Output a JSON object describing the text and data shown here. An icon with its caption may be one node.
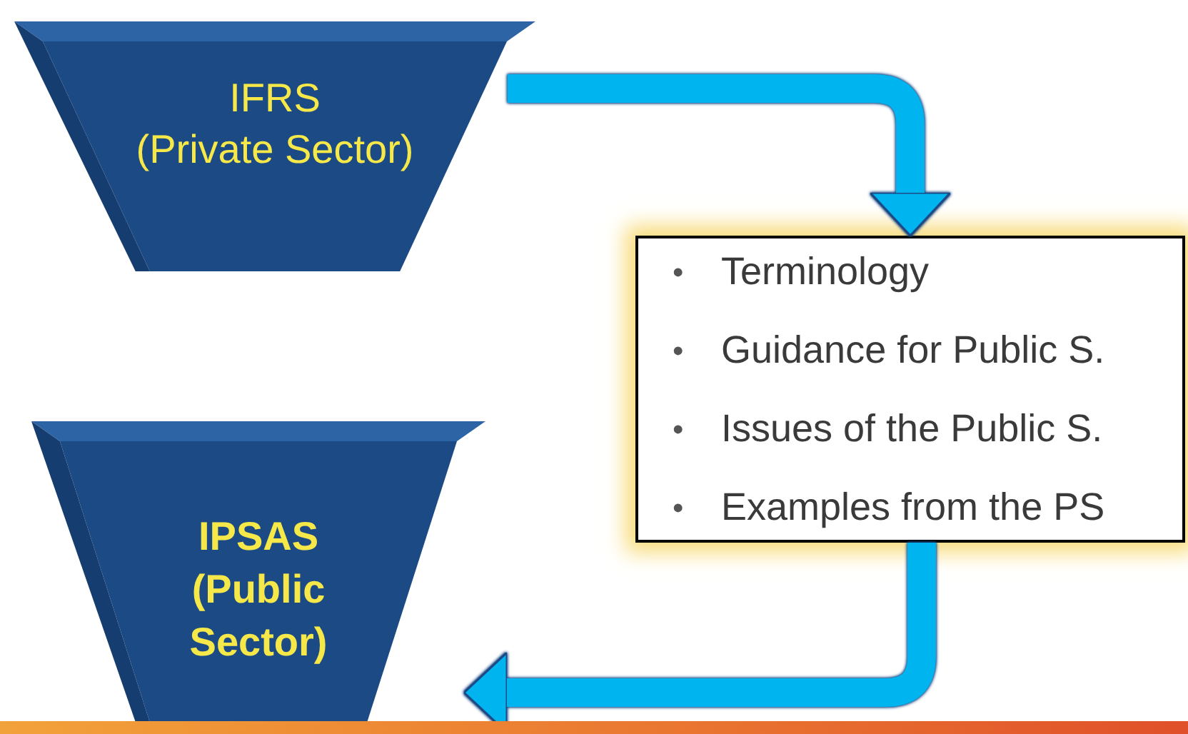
{
  "diagram": {
    "nodes": [
      {
        "text": [
          "IFRS",
          "(Private Sector)"
        ]
      },
      {
        "text": [
          "Terminology",
          "Guidance for Public S.",
          "Issues of the Public S.",
          "Examples from the PS"
        ]
      },
      {
        "text": [
          "IPSAS (Public Sector)"
        ]
      }
    ],
    "labels": [
      "•",
      "•",
      "•",
      "•"
    ],
    "edges": [
      {
        "from": 0,
        "to": 1,
        "arrow": "to"
      },
      {
        "from": 1,
        "to": 2,
        "arrow": "to"
      }
    ]
  }
}
